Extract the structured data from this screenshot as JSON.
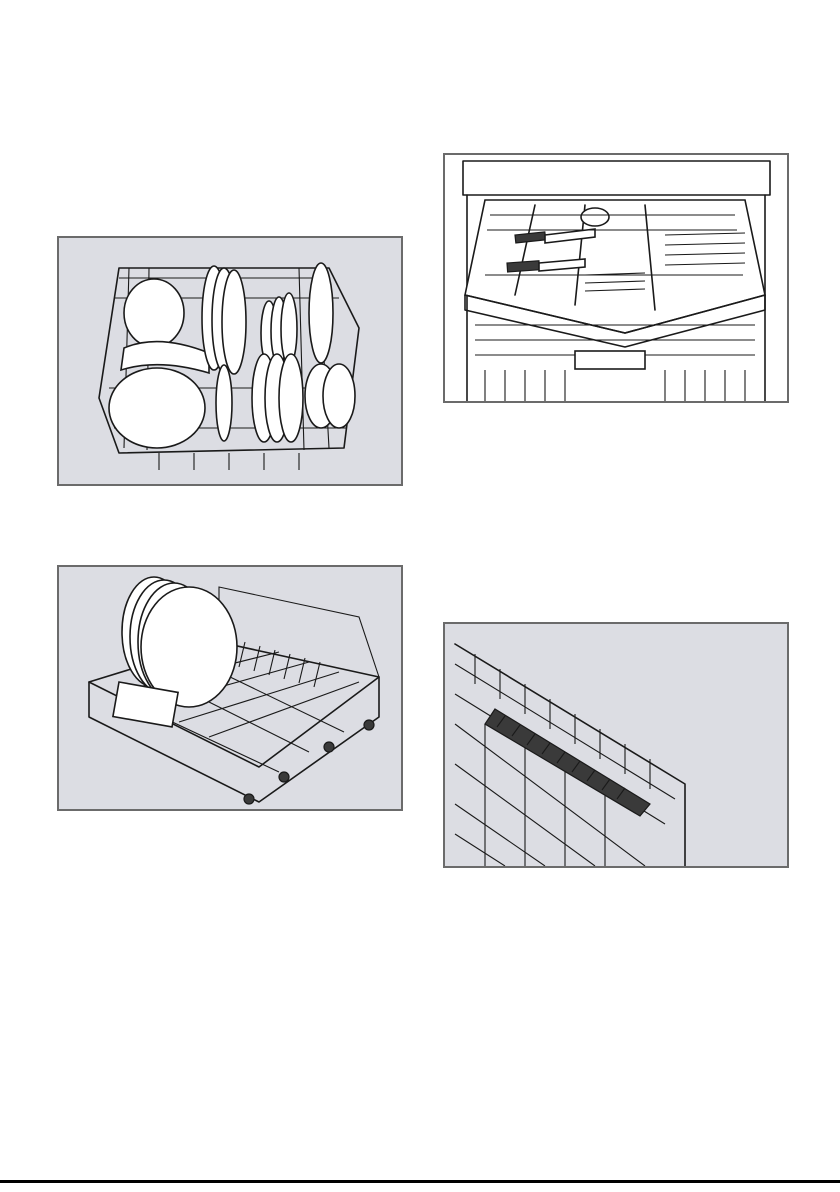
{
  "page": {
    "figures": [
      {
        "id": "upper-basket-dishes",
        "icon": "upper-basket-loaded-illustration"
      },
      {
        "id": "cutlery-drawer",
        "icon": "cutlery-drawer-illustration"
      },
      {
        "id": "lower-basket-plates",
        "icon": "lower-basket-plates-illustration"
      },
      {
        "id": "rack-folding-insert",
        "icon": "rack-insert-illustration"
      }
    ],
    "colors": {
      "panel_grey": "#dcdde3",
      "border": "#6b6b6b",
      "line": "#1a1a1a"
    }
  }
}
